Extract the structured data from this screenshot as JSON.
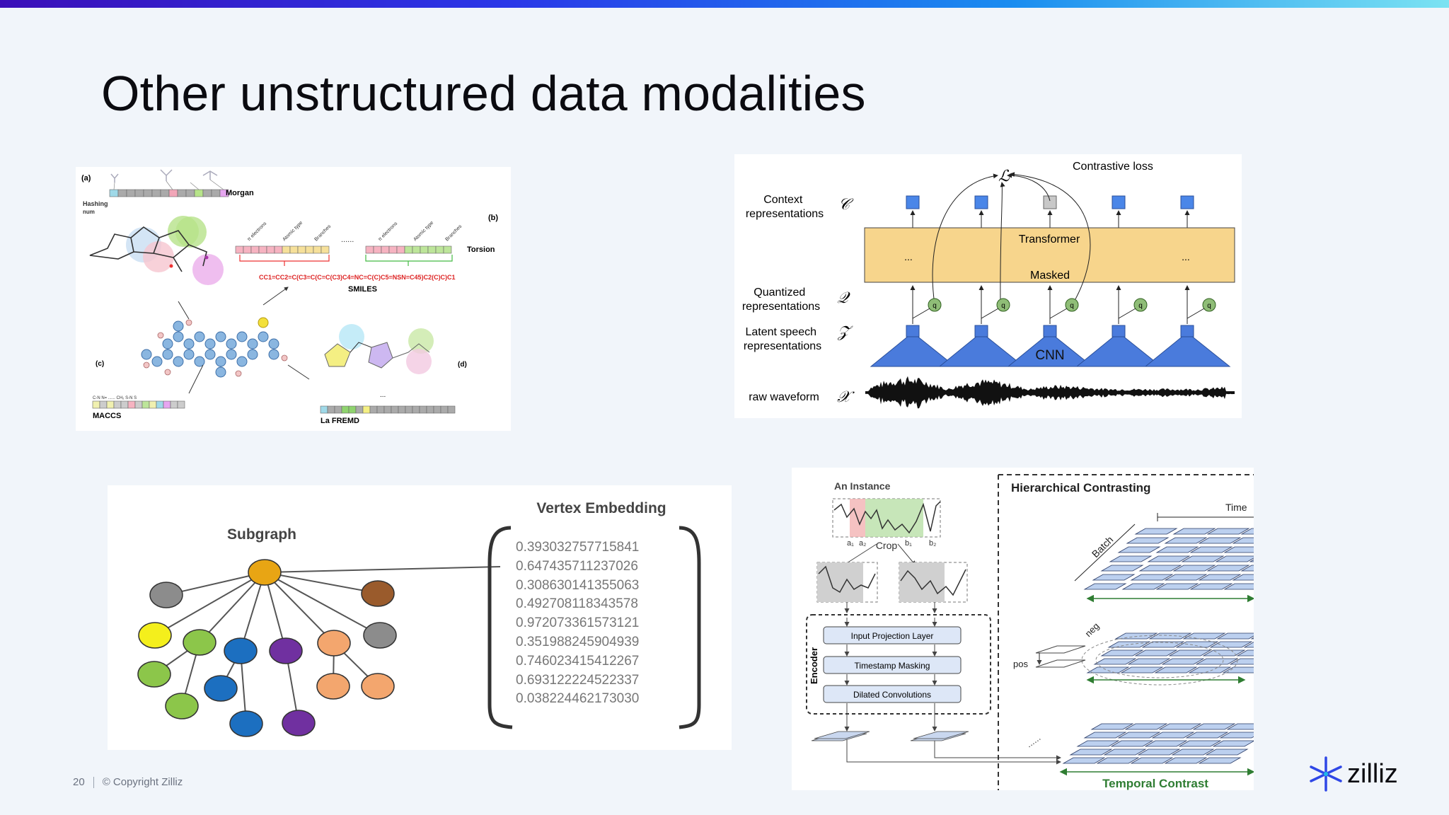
{
  "slide": {
    "title": "Other unstructured data modalities",
    "page_number": "20",
    "copyright": "© Copyright Zilliz",
    "brand": "zilliz"
  },
  "molecule_panel": {
    "label_a": "(a)",
    "label_b": "(b)",
    "label_c": "(c)",
    "label_d": "(d)",
    "hashing_label": "Hashing",
    "num_label": "num",
    "morgan": "Morgan",
    "torsion": "Torsion",
    "smiles": "SMILES",
    "smiles_string": "CC1=CC2=C(C3=C(C=C(C3)C4=NC=C(C)C5=NSN=C45)C2(C)C)C1",
    "maccs": "MACCS",
    "lafremd": "La FREMD",
    "torsion_labels": [
      "π electrons",
      "Atomic type",
      "Branches",
      "π electrons",
      "Atomic type",
      "Branches"
    ],
    "dots": "......",
    "maccs_keys": "C-N   N=   ......   CH₂   S-N   S"
  },
  "wav2vec_panel": {
    "contrastive_loss": "Contrastive loss",
    "loss_symbol": "ℒ",
    "context_label": "Context\nrepresentations",
    "context_symbol": "𝒞",
    "transformer": "Transformer",
    "masked": "Masked",
    "ellipsis": "...",
    "quantized_label": "Quantized\nrepresentations",
    "quantized_symbol": "𝒬",
    "latent_label": "Latent speech\nrepresentations",
    "latent_symbol": "𝒵",
    "cnn": "CNN",
    "raw_label": "raw waveform",
    "raw_symbol": "𝒳",
    "q": "q"
  },
  "graph_panel": {
    "subgraph": "Subgraph",
    "vertex_embedding": "Vertex Embedding",
    "embedding_values": [
      "0.393032757715841",
      "0.647435711237026",
      "0.308630141355063",
      "0.492708118343578",
      "0.972073361573121",
      "0.351988245904939",
      "0.746023415412267",
      "0.693122224522337",
      "0.038224462173030"
    ],
    "node_colors": {
      "root": "#e8a514",
      "gray": "#8c8c8c",
      "brown": "#9a5b2c",
      "yellow": "#f4ef1c",
      "green": "#8cc64a",
      "blue": "#1c6fc0",
      "purple": "#7030a0",
      "orange": "#f3a66e"
    }
  },
  "ts_panel": {
    "an_instance": "An Instance",
    "crop": "Crop",
    "a1": "a₁",
    "a2": "a₂",
    "b1": "b₁",
    "b2": "b₂",
    "encoder": "Encoder",
    "layers": [
      "Input Projection Layer",
      "Timestamp Masking",
      "Dilated Convolutions"
    ],
    "hierarchical": "Hierarchical Contrasting",
    "time": "Time",
    "batch": "Batch",
    "neg": "neg",
    "pos": "pos",
    "temporal": "Temporal Contrast",
    "dots": "......"
  },
  "colors": {
    "accent_green": "#2f7d32",
    "transformer_fill": "#f7d58c",
    "cnn_blue": "#4a7bdc",
    "slab_blue": "#bcd0ef"
  }
}
